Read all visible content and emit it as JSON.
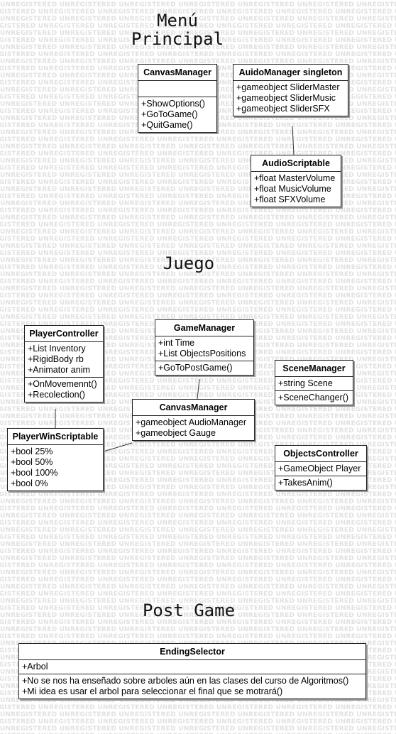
{
  "watermark_text": "UNREGISTERED",
  "headings": {
    "menu_line1": "Menú",
    "menu_line2": "Principal",
    "juego": "Juego",
    "post_game": "Post Game"
  },
  "classes": {
    "canvas_manager_menu": {
      "name": "CanvasManager",
      "attributes": [],
      "methods": [
        "+ShowOptions()",
        "+GoToGame()",
        "+QuitGame()"
      ]
    },
    "audio_manager": {
      "name": "AuidoManager singleton",
      "attributes": [
        "+gameobject SliderMaster",
        "+gameobject SliderMusic",
        "+gameobject SliderSFX"
      ],
      "methods": []
    },
    "audio_scriptable": {
      "name": "AudioScriptable",
      "attributes": [
        "+float MasterVolume",
        "+float MusicVolume",
        "+float SFXVolume"
      ],
      "methods": []
    },
    "player_controller": {
      "name": "PlayerController",
      "attributes": [
        "+List Inventory",
        "+RigidBody rb",
        "+Animator anim"
      ],
      "methods": [
        "+OnMovemennt()",
        "+Recolection()"
      ]
    },
    "game_manager": {
      "name": "GameManager",
      "attributes": [
        "+int Time",
        "+List ObjectsPositions"
      ],
      "methods": [
        "+GoToPostGame()"
      ]
    },
    "scene_manager": {
      "name": "SceneManager",
      "attributes": [
        "+string Scene"
      ],
      "methods": [
        "+SceneChanger()"
      ]
    },
    "canvas_manager_game": {
      "name": "CanvasManager",
      "attributes": [
        "+gameobject AudioManager",
        "+gameobject Gauge"
      ],
      "methods": []
    },
    "player_win_scriptable": {
      "name": "PlayerWinScriptable",
      "attributes": [
        "+bool 25%",
        "+bool 50%",
        "+bool 100%",
        "+bool 0%"
      ],
      "methods": []
    },
    "objects_controller": {
      "name": "ObjectsController",
      "attributes": [
        "+GameObject Player"
      ],
      "methods": [
        "+TakesAnim()"
      ]
    },
    "ending_selector": {
      "name": "EndingSelector",
      "attributes": [
        "+Arbol"
      ],
      "methods": [
        "+No se nos ha enseñado sobre arboles aún en las clases del curso de Algoritmos()",
        "+Mi idea es usar el arbol para seleccionar el final que se motrará()"
      ]
    }
  },
  "colors": {
    "border": "#222222",
    "shadow": "#9a9a9a",
    "watermark": "#e1e1e1",
    "background": "#ffffff"
  }
}
